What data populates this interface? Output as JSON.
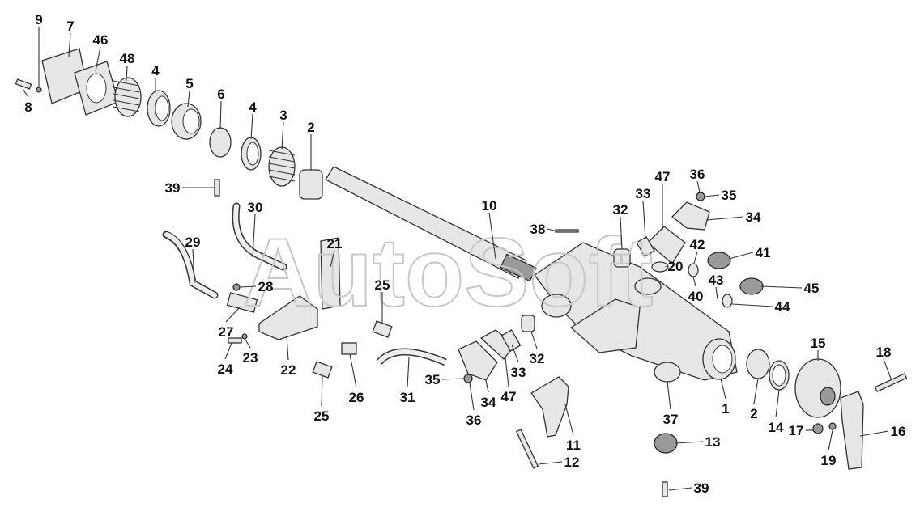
{
  "diagram": {
    "watermark": "AutoSoft",
    "callouts": [
      "9",
      "7",
      "46",
      "48",
      "4",
      "5",
      "6",
      "4",
      "3",
      "2",
      "8",
      "39",
      "30",
      "29",
      "21",
      "28",
      "27",
      "24",
      "23",
      "22",
      "25",
      "25",
      "26",
      "31",
      "10",
      "38",
      "32",
      "33",
      "47",
      "36",
      "35",
      "34",
      "42",
      "41",
      "20",
      "40",
      "43",
      "45",
      "44",
      "32",
      "33",
      "47",
      "34",
      "35",
      "36",
      "11",
      "12",
      "37",
      "1",
      "2",
      "14",
      "15",
      "13",
      "39",
      "18",
      "17",
      "19",
      "16"
    ]
  }
}
